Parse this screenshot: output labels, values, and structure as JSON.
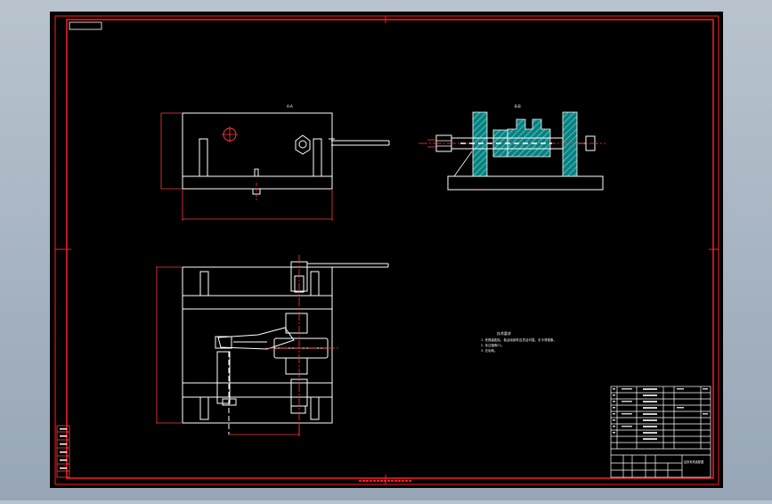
{
  "colors": {
    "background": "#a7b3c0",
    "sheet": "#000000",
    "frame": "#ff1f1f",
    "geometry": "#ffffff",
    "hatch": "#20c8c8"
  },
  "drawing": {
    "top_view_label": "A-A",
    "section_label": "B-B",
    "tech_requirements_title": "技术要求",
    "tech_requirements": [
      "1. 夹具装配后，各活动部件应灵活可靠，无卡滞现象。",
      "2. 未注倒角C1。",
      "3. 去毛刺。"
    ]
  },
  "title_block": {
    "drawing_title": "钻床夹具装配图"
  }
}
